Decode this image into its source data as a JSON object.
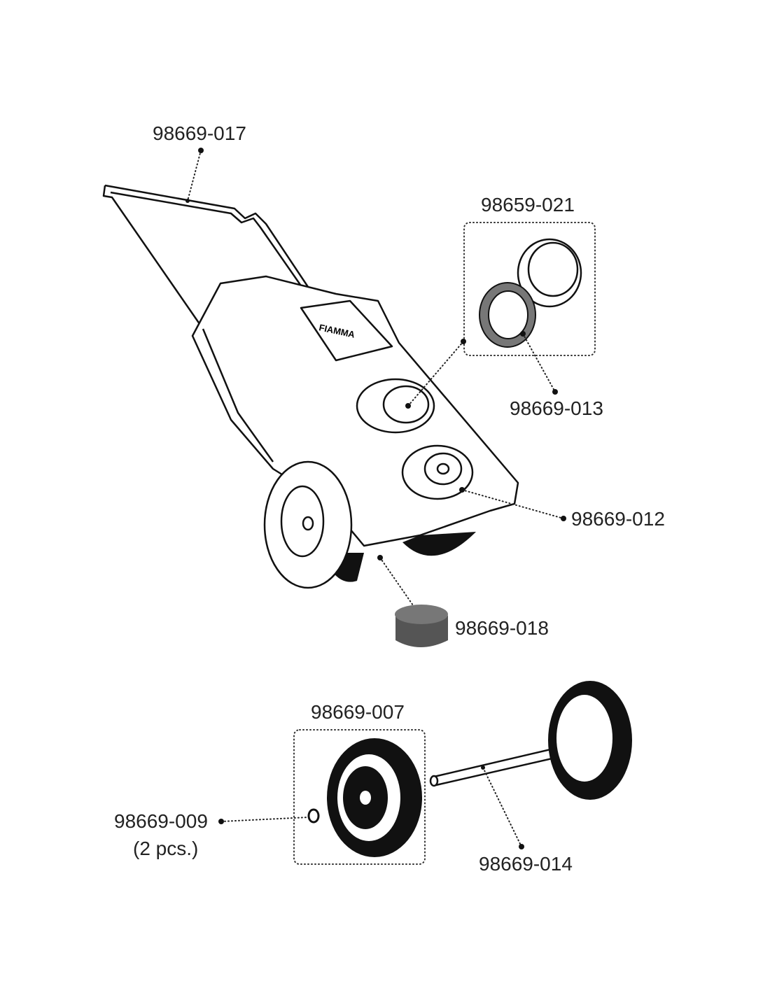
{
  "diagram": {
    "parts": {
      "handle": "98669-017",
      "cap_kit": "98659-021",
      "gasket": "98669-013",
      "drain_cap": "98669-012",
      "foot": "98669-018",
      "wheel": "98669-007",
      "wheel_clip": "98669-009",
      "wheel_clip_qty": "(2 pcs.)",
      "axle": "98669-014"
    },
    "brand_logo": "FIAMMA"
  }
}
